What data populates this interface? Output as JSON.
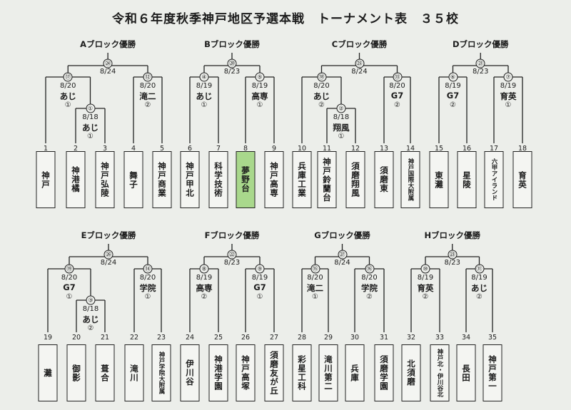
{
  "title": "令和６年度秋季神戸地区予選本戦　トーナメント表　３５校",
  "colors": {
    "background": "#eceeea",
    "line": "#222222",
    "highlight": "#a9d88c"
  },
  "teams": [
    {
      "no": "1",
      "name": "神戸"
    },
    {
      "no": "2",
      "name": "神港橘"
    },
    {
      "no": "3",
      "name": "神戸弘陵"
    },
    {
      "no": "4",
      "name": "舞子"
    },
    {
      "no": "5",
      "name": "神戸商業"
    },
    {
      "no": "6",
      "name": "神戸甲北"
    },
    {
      "no": "7",
      "name": "科学技術"
    },
    {
      "no": "8",
      "name": "夢野台",
      "highlight": true
    },
    {
      "no": "9",
      "name": "神戸高専"
    },
    {
      "no": "10",
      "name": "兵庫工業"
    },
    {
      "no": "11",
      "name": "神戸鈴蘭台"
    },
    {
      "no": "12",
      "name": "須磨翔風"
    },
    {
      "no": "13",
      "name": "須磨東"
    },
    {
      "no": "14",
      "name": "神戸国際大附属",
      "small": true
    },
    {
      "no": "15",
      "name": "東灘"
    },
    {
      "no": "16",
      "name": "星陵"
    },
    {
      "no": "17",
      "name": "六甲アイランド",
      "small": true
    },
    {
      "no": "18",
      "name": "育英"
    },
    {
      "no": "19",
      "name": "灘"
    },
    {
      "no": "20",
      "name": "御影"
    },
    {
      "no": "21",
      "name": "葺合"
    },
    {
      "no": "22",
      "name": "滝川"
    },
    {
      "no": "23",
      "name": "神戸学院大附属",
      "small": true
    },
    {
      "no": "24",
      "name": "伊川谷"
    },
    {
      "no": "25",
      "name": "神港学園"
    },
    {
      "no": "26",
      "name": "神戸高塚"
    },
    {
      "no": "27",
      "name": "須磨友が丘"
    },
    {
      "no": "28",
      "name": "彩星工科"
    },
    {
      "no": "29",
      "name": "滝川第二"
    },
    {
      "no": "30",
      "name": "兵庫"
    },
    {
      "no": "31",
      "name": "須磨学園"
    },
    {
      "no": "32",
      "name": "北須磨"
    },
    {
      "no": "33",
      "name": "神戸北・伊川谷北",
      "small": true
    },
    {
      "no": "34",
      "name": "長田"
    },
    {
      "no": "35",
      "name": "神戸第一"
    }
  ],
  "blocks": [
    {
      "label": "Aブロック優勝",
      "game": "㉔",
      "date": "8/24",
      "matches": [
        {
          "game": "⑰",
          "date": "8/20",
          "winner": "あじ",
          "score": "①"
        },
        {
          "game": "①",
          "date": "8/18",
          "winner": "あじ",
          "score": "①"
        },
        {
          "game": "⑫",
          "date": "8/20",
          "winner": "滝二",
          "score": "②"
        }
      ]
    },
    {
      "label": "Bブロック優勝",
      "game": "⑳",
      "date": "8/23",
      "matches": [
        {
          "game": "④",
          "date": "8/19",
          "winner": "あじ",
          "score": "①"
        },
        {
          "game": "⑤",
          "date": "8/19",
          "winner": "高専",
          "score": "①"
        }
      ]
    },
    {
      "label": "Cブロック優勝",
      "game": "㉕",
      "date": "8/24",
      "matches": [
        {
          "game": "⑱",
          "date": "8/20",
          "winner": "あじ",
          "score": "②"
        },
        {
          "game": "②",
          "date": "8/18",
          "winner": "翔風",
          "score": "①"
        },
        {
          "game": "⑬",
          "date": "8/20",
          "winner": "G7",
          "score": "②"
        }
      ]
    },
    {
      "label": "Dブロック優勝",
      "game": "㉑",
      "date": "8/23",
      "matches": [
        {
          "game": "⑥",
          "date": "8/19",
          "winner": "G7",
          "score": "②"
        },
        {
          "game": "⑦",
          "date": "8/19",
          "winner": "育英",
          "score": "①"
        }
      ]
    },
    {
      "label": "Eブロック優勝",
      "game": "㉖",
      "date": "8/24",
      "matches": [
        {
          "game": "⑲",
          "date": "8/20",
          "winner": "G7",
          "score": "①"
        },
        {
          "game": "③",
          "date": "8/18",
          "winner": "あじ",
          "score": "②"
        },
        {
          "game": "⑭",
          "date": "8/20",
          "winner": "学院",
          "score": "①"
        }
      ]
    },
    {
      "label": "Fブロック優勝",
      "game": "㉒",
      "date": "8/23",
      "matches": [
        {
          "game": "⑧",
          "date": "8/19",
          "winner": "高専",
          "score": "②"
        },
        {
          "game": "⑨",
          "date": "8/19",
          "winner": "G7",
          "score": "①"
        }
      ]
    },
    {
      "label": "Gブロック優勝",
      "game": "㉗",
      "date": "8/24",
      "matches": [
        {
          "game": "⑮",
          "date": "8/20",
          "winner": "滝二",
          "score": "①"
        },
        {
          "game": "⑯",
          "date": "8/20",
          "winner": "学院",
          "score": "②"
        }
      ]
    },
    {
      "label": "Hブロック優勝",
      "game": "㉓",
      "date": "8/23",
      "matches": [
        {
          "game": "⑩",
          "date": "8/19",
          "winner": "育英",
          "score": "②"
        },
        {
          "game": "⑪",
          "date": "8/19",
          "winner": "あじ",
          "score": "②"
        }
      ]
    }
  ]
}
